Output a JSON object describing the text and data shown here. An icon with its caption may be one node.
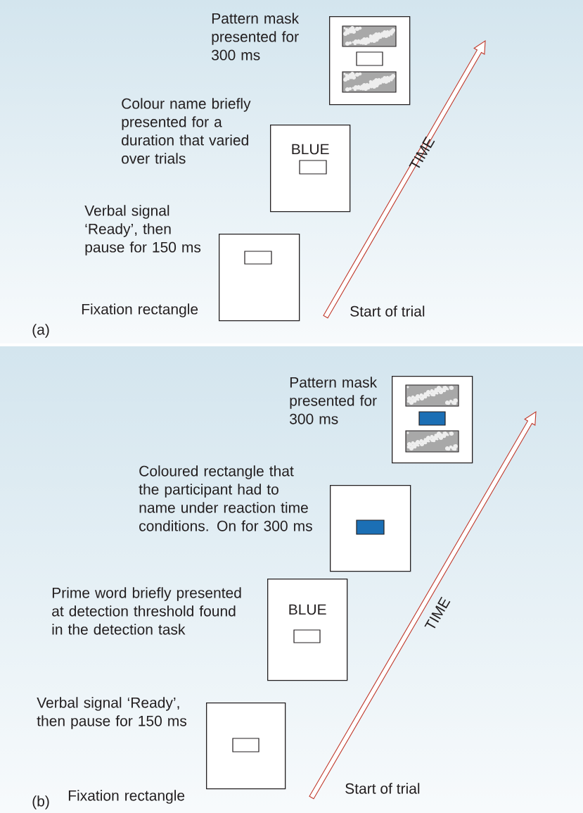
{
  "diagram": {
    "nodes": [
      {
        "text": [],
        "shape": "box",
        "beside": [
          "Pattern mask presented for 300 ms"
        ]
      },
      {
        "text": [
          "BLUE"
        ],
        "beside": [
          "Colour name briefly presented for a duration that varied over trials"
        ]
      },
      {
        "text": [],
        "shape": "box",
        "beside": [
          "Verbal signal ‘Ready’, then pause for 150 ms",
          "Fixation rectangle"
        ]
      },
      {
        "text": [],
        "shape": "box",
        "beside": [
          "Pattern mask presented for 300 ms"
        ]
      },
      {
        "text": [],
        "shape": "box",
        "beside": [
          "Coloured rectangle that the participant had to name under reaction time conditions. On for 300 ms"
        ]
      },
      {
        "text": [
          "BLUE"
        ],
        "beside": [
          "Prime word briefly presented at detection threshold found in the detection task"
        ]
      },
      {
        "text": [],
        "shape": "box",
        "beside": [
          "Verbal signal ‘Ready’, then pause for 150 ms",
          "Fixation rectangle"
        ]
      }
    ],
    "labels": [
      "TIME",
      "Start of trial",
      "(a)",
      "TIME",
      "Start of trial",
      "(b)"
    ]
  }
}
